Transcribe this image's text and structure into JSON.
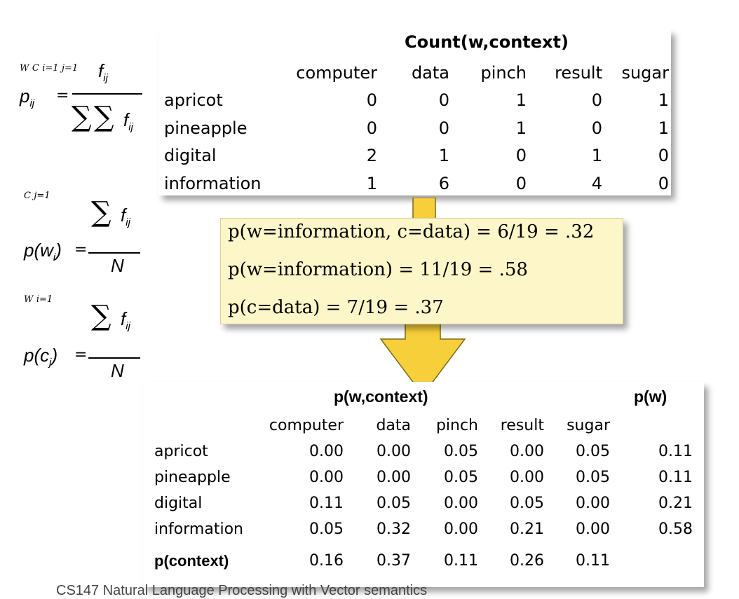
{
  "formulas": {
    "pij": {
      "lhs": "p",
      "lhs_sub": "ij",
      "num": "f",
      "num_sub": "ij",
      "sum1_top": "W",
      "sum1_bot": "i=1",
      "sum2_top": "C",
      "sum2_bot": "j=1",
      "den_f": "f",
      "den_sub": "ij"
    },
    "pw": {
      "lhs": "p(w",
      "lhs_sub": "i",
      "lhs_close": ")",
      "sum_top": "C",
      "sum_bot": "j=1",
      "f": "f",
      "f_sub": "ij",
      "den": "N"
    },
    "pc": {
      "lhs": "p(c",
      "lhs_sub": "j",
      "lhs_close": ")",
      "sum_top": "W",
      "sum_bot": "i=1",
      "f": "f",
      "f_sub": "ij",
      "den": "N"
    },
    "equals": "="
  },
  "count_table": {
    "title": "Count(w,context)",
    "columns": [
      "computer",
      "data",
      "pinch",
      "result",
      "sugar"
    ],
    "rows": [
      {
        "word": "apricot",
        "values": [
          "0",
          "0",
          "1",
          "0",
          "1"
        ]
      },
      {
        "word": "pineapple",
        "values": [
          "0",
          "0",
          "1",
          "0",
          "1"
        ]
      },
      {
        "word": "digital",
        "values": [
          "2",
          "1",
          "0",
          "1",
          "0"
        ]
      },
      {
        "word": "information",
        "values": [
          "1",
          "6",
          "0",
          "4",
          "0"
        ]
      }
    ]
  },
  "callout": {
    "line1": "p(w=information, c=data) = 6/19 = .32",
    "line2": "p(w=information) = 11/19 = .58",
    "line3": "p(c=data) = 7/19 = .37"
  },
  "prob_table": {
    "title": "p(w,context)",
    "pw_title": "p(w)",
    "columns": [
      "computer",
      "data",
      "pinch",
      "result",
      "sugar"
    ],
    "rows": [
      {
        "word": "apricot",
        "values": [
          "0.00",
          "0.00",
          "0.05",
          "0.00",
          "0.05"
        ],
        "pw": "0.11"
      },
      {
        "word": "pineapple",
        "values": [
          "0.00",
          "0.00",
          "0.05",
          "0.00",
          "0.05"
        ],
        "pw": "0.11"
      },
      {
        "word": "digital",
        "values": [
          "0.11",
          "0.05",
          "0.00",
          "0.05",
          "0.00"
        ],
        "pw": "0.21"
      },
      {
        "word": "information",
        "values": [
          "0.05",
          "0.32",
          "0.00",
          "0.21",
          "0.00"
        ],
        "pw": "0.58"
      }
    ],
    "pcontext_label": "p(context)",
    "pcontext_values": [
      "0.16",
      "0.37",
      "0.11",
      "0.26",
      "0.11"
    ]
  },
  "colors": {
    "column_header": "#1a1ae6",
    "row_header": "#e8382a",
    "callout_bg": "#fdf6c8",
    "arrow": "#f7cf3a"
  },
  "footer": "CS147 Natural Language Processing with Vector semantics"
}
